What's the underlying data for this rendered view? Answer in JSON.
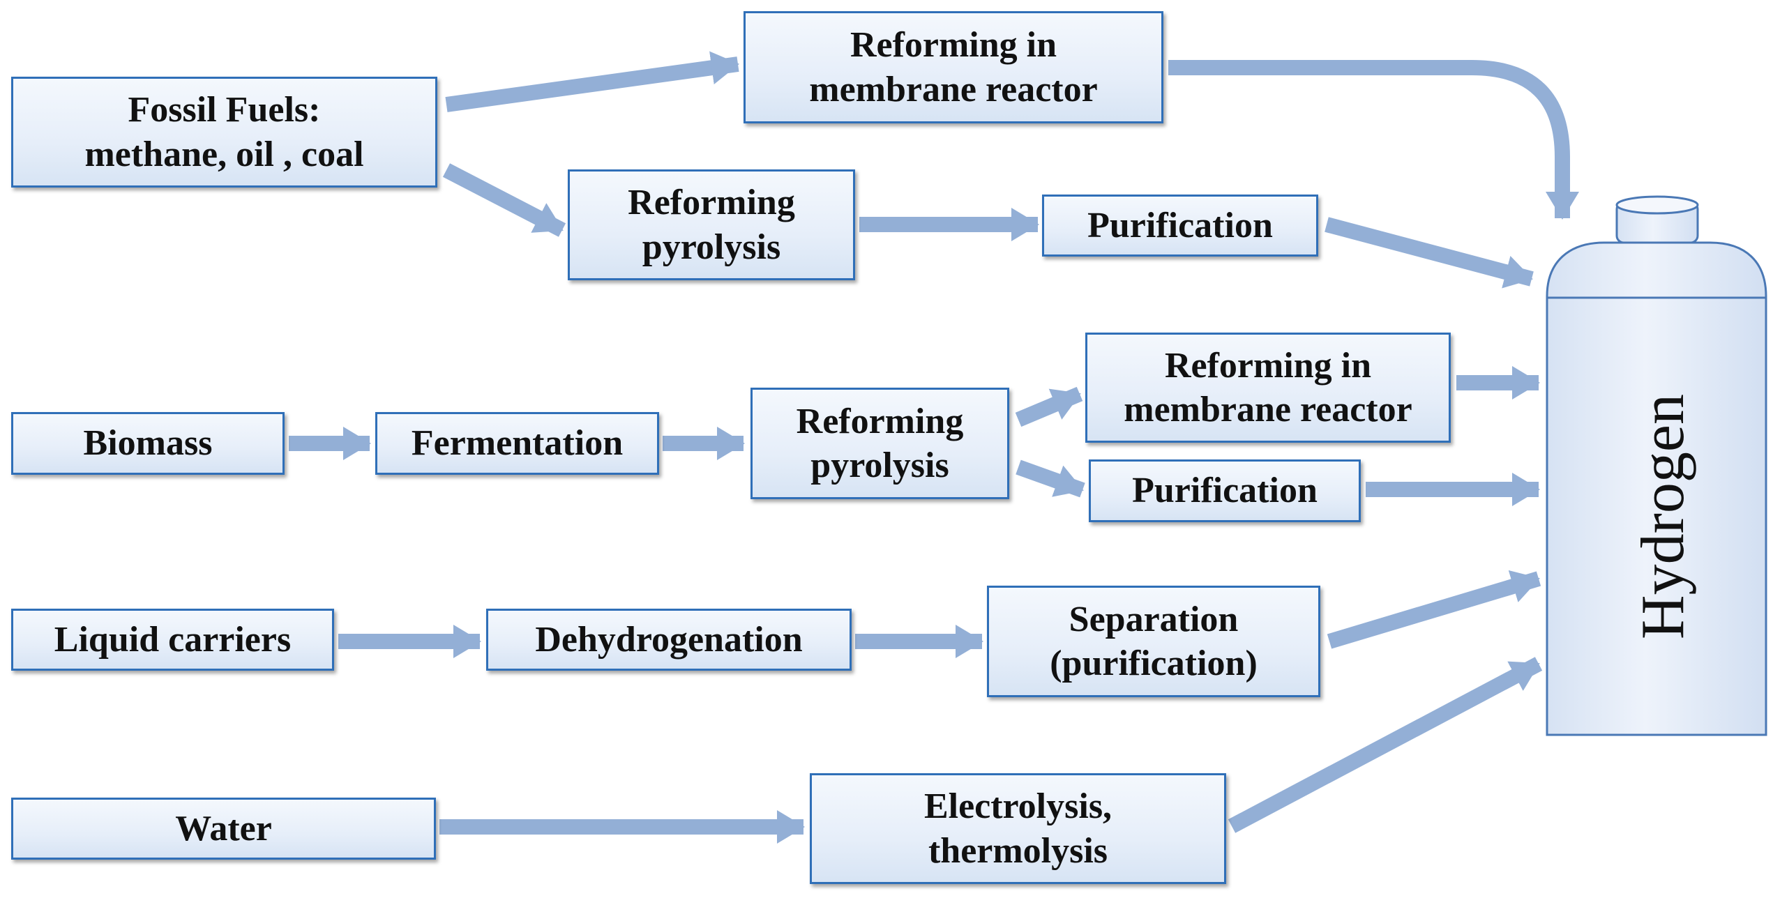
{
  "diagram": {
    "nodes": {
      "fossil": {
        "line1": "Fossil Fuels:",
        "line2": "methane, oil , coal"
      },
      "reforming_membrane_1": {
        "line1": "Reforming in",
        "line2": "membrane reactor"
      },
      "reforming_pyrolysis_1": {
        "line1": "Reforming",
        "line2": "pyrolysis"
      },
      "purification_1": {
        "label": "Purification"
      },
      "biomass": {
        "label": "Biomass"
      },
      "fermentation": {
        "label": "Fermentation"
      },
      "reforming_pyrolysis_2": {
        "line1": "Reforming",
        "line2": "pyrolysis"
      },
      "reforming_membrane_2": {
        "line1": "Reforming in",
        "line2": "membrane reactor"
      },
      "purification_2": {
        "label": "Purification"
      },
      "liquid_carriers": {
        "label": "Liquid carriers"
      },
      "dehydrogenation": {
        "label": "Dehydrogenation"
      },
      "separation": {
        "line1": "Separation",
        "line2": "(purification)"
      },
      "water": {
        "label": "Water"
      },
      "electrolysis": {
        "line1": "Electrolysis,",
        "line2": "thermolysis"
      },
      "hydrogen": {
        "label": "Hydrogen"
      }
    },
    "edges": [
      {
        "from": "fossil",
        "to": "reforming_membrane_1"
      },
      {
        "from": "fossil",
        "to": "reforming_pyrolysis_1"
      },
      {
        "from": "reforming_pyrolysis_1",
        "to": "purification_1"
      },
      {
        "from": "reforming_membrane_1",
        "to": "hydrogen"
      },
      {
        "from": "purification_1",
        "to": "hydrogen"
      },
      {
        "from": "biomass",
        "to": "fermentation"
      },
      {
        "from": "fermentation",
        "to": "reforming_pyrolysis_2"
      },
      {
        "from": "reforming_pyrolysis_2",
        "to": "reforming_membrane_2"
      },
      {
        "from": "reforming_pyrolysis_2",
        "to": "purification_2"
      },
      {
        "from": "reforming_membrane_2",
        "to": "hydrogen"
      },
      {
        "from": "purification_2",
        "to": "hydrogen"
      },
      {
        "from": "liquid_carriers",
        "to": "dehydrogenation"
      },
      {
        "from": "dehydrogenation",
        "to": "separation"
      },
      {
        "from": "separation",
        "to": "hydrogen"
      },
      {
        "from": "water",
        "to": "electrolysis"
      },
      {
        "from": "electrolysis",
        "to": "hydrogen"
      }
    ],
    "colors": {
      "box_border": "#2f6fb8",
      "box_fill": "#e6eef9",
      "arrow": "#93afd6",
      "tank_border": "#4a78b5",
      "tank_fill": "#e4ecf8"
    }
  }
}
